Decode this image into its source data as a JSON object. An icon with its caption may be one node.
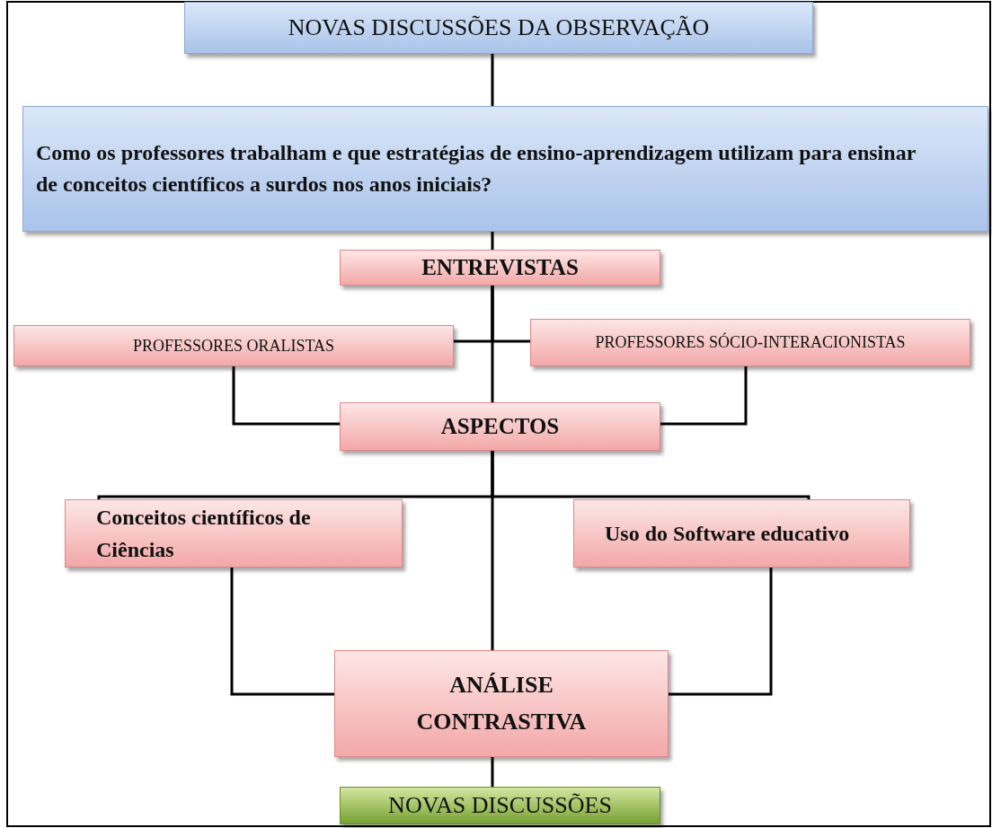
{
  "diagram": {
    "nodes": [
      {
        "text": [
          "NOVAS DISCUSSÕES DA OBSERVAÇÃO"
        ]
      },
      {
        "text": [
          "Como os professores trabalham e que estratégias de ensino-aprendizagem utilizam para ensinar de conceitos científicos a surdos nos anos iniciais?"
        ]
      },
      {
        "text": [
          "ENTREVISTAS"
        ]
      },
      {
        "text": [
          "PROFESSORES ORALISTAS"
        ]
      },
      {
        "text": [
          "PROFESSORES SÓCIO-INTERACIONISTAS"
        ]
      },
      {
        "text": [
          "ASPECTOS"
        ]
      },
      {
        "text": [
          "Conceitos científicos de Ciências"
        ]
      },
      {
        "text": [
          "Uso do Software educativo"
        ]
      },
      {
        "text": [
          "ANÁLISE CONTRASTIVA"
        ]
      },
      {
        "text": [
          "NOVAS DISCUSSÕES"
        ]
      }
    ],
    "edges": [
      {
        "from": 0,
        "to": 1,
        "arrow": "none"
      },
      {
        "from": 1,
        "to": 2,
        "arrow": "none"
      },
      {
        "from": 2,
        "to": 3,
        "arrow": "none"
      },
      {
        "from": 2,
        "to": 4,
        "arrow": "none"
      },
      {
        "from": 2,
        "to": 5,
        "arrow": "none"
      },
      {
        "from": 3,
        "to": 5,
        "arrow": "none"
      },
      {
        "from": 4,
        "to": 5,
        "arrow": "none"
      },
      {
        "from": 5,
        "to": 6,
        "arrow": "none"
      },
      {
        "from": 5,
        "to": 7,
        "arrow": "none"
      },
      {
        "from": 6,
        "to": 8,
        "arrow": "none"
      },
      {
        "from": 7,
        "to": 8,
        "arrow": "none"
      },
      {
        "from": 5,
        "to": 8,
        "arrow": "none"
      },
      {
        "from": 8,
        "to": 9,
        "arrow": "none"
      }
    ]
  }
}
